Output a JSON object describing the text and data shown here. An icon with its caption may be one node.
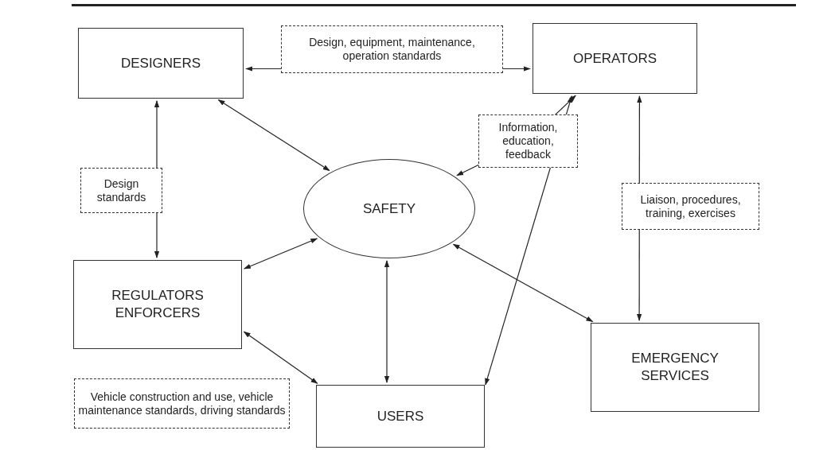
{
  "diagram": {
    "nodes": [
      {
        "text": [
          "DESIGNERS"
        ]
      },
      {
        "text": [
          "OPERATORS"
        ]
      },
      {
        "text": [
          "SAFETY"
        ]
      },
      {
        "text": [
          "REGULATORS ENFORCERS"
        ]
      },
      {
        "text": [
          "EMERGENCY SERVICES"
        ]
      },
      {
        "text": [
          "USERS"
        ]
      }
    ],
    "edges": [
      {
        "from": 0,
        "to": 1,
        "arrow": "both",
        "label": "Design, equipment, maintenance, operation standards"
      },
      {
        "from": 0,
        "to": 3,
        "arrow": "both",
        "label": "Design standards"
      },
      {
        "from": 0,
        "to": 2,
        "arrow": "both"
      },
      {
        "from": 2,
        "to": 1,
        "arrow": "both",
        "label": "Information, education, feedback"
      },
      {
        "from": 3,
        "to": 2,
        "arrow": "both"
      },
      {
        "from": 2,
        "to": 5,
        "arrow": "both"
      },
      {
        "from": 1,
        "to": 5,
        "arrow": "both"
      },
      {
        "from": 2,
        "to": 4,
        "arrow": "both"
      },
      {
        "from": 1,
        "to": 4,
        "arrow": "both",
        "label": "Liaison, procedures, training, exercises"
      },
      {
        "from": 3,
        "to": 5,
        "arrow": "both",
        "label": "Vehicle construction and use, vehicle maintenance standards, driving standards"
      }
    ]
  }
}
